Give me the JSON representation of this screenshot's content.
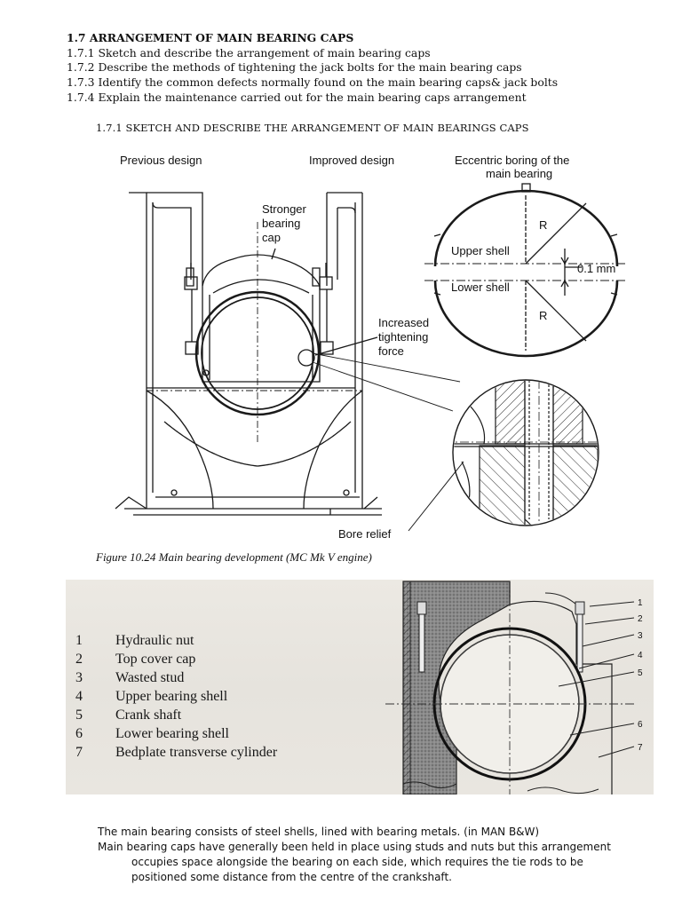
{
  "headings": {
    "title": "1.7 ARRANGEMENT OF MAIN BEARING CAPS",
    "items": [
      "1.7.1 Sketch and describe the arrangement of main bearing caps",
      "1.7.2 Describe the methods of tightening the jack bolts for the main bearing caps",
      "1.7.3 Identify the common defects normally found on the main bearing caps& jack bolts",
      "1.7.4 Explain the maintenance carried out for the main bearing caps arrangement"
    ],
    "section": "1.7.1 SKETCH AND DESCRIBE THE ARRANGEMENT OF MAIN BEARINGS CAPS"
  },
  "figure": {
    "labels": {
      "previous": "Previous design",
      "improved": "Improved design",
      "eccentric_1": "Eccentric boring of the",
      "eccentric_2": "main bearing",
      "stronger_1": "Stronger",
      "stronger_2": "bearing",
      "stronger_3": "cap",
      "upper_shell": "Upper shell",
      "lower_shell": "Lower shell",
      "r_top": "R",
      "r_bottom": "R",
      "offset": "0.1 mm",
      "increased_1": "Increased",
      "increased_2": "tightening",
      "increased_3": "force",
      "bore_relief": "Bore relief"
    },
    "caption": "Figure 10.24 Main bearing development (MC Mk V engine)"
  },
  "legend": {
    "items": [
      {
        "num": "1",
        "text": "Hydraulic nut"
      },
      {
        "num": "2",
        "text": "Top cover cap"
      },
      {
        "num": "3",
        "text": "Wasted stud"
      },
      {
        "num": "4",
        "text": "Upper bearing shell"
      },
      {
        "num": "5",
        "text": "Crank shaft"
      },
      {
        "num": "6",
        "text": "Lower bearing shell"
      },
      {
        "num": "7",
        "text": "Bedplate transverse cylinder"
      }
    ],
    "callouts": [
      "1",
      "2",
      "3",
      "4",
      "5",
      "6",
      "7"
    ]
  },
  "body": {
    "line1": "The main bearing consists of steel shells, lined with bearing metals. (in MAN B&W)",
    "line2": "Main bearing caps have generally been held in place using studs and nuts but this arrangement",
    "line3": "occupies space alongside the bearing on each side, which requires the tie rods to be",
    "line4": "positioned some distance from the centre of the crankshaft."
  }
}
